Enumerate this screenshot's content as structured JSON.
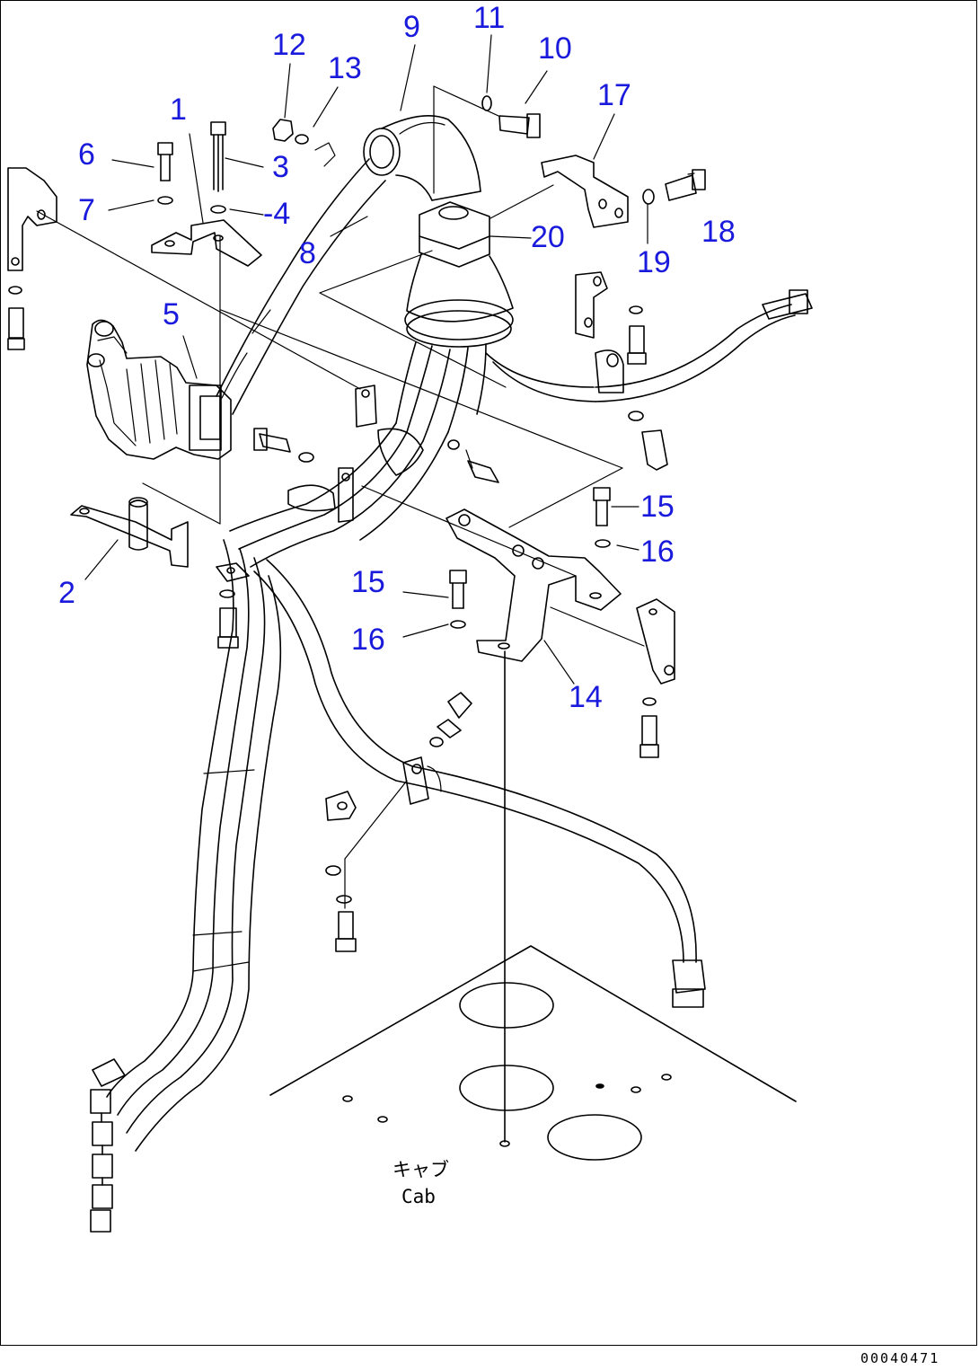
{
  "callouts": [
    {
      "id": "1",
      "label": "1"
    },
    {
      "id": "2",
      "label": "2"
    },
    {
      "id": "3",
      "label": "3"
    },
    {
      "id": "4",
      "label": "-4"
    },
    {
      "id": "5",
      "label": "5"
    },
    {
      "id": "6",
      "label": "6"
    },
    {
      "id": "7",
      "label": "7"
    },
    {
      "id": "8",
      "label": "8"
    },
    {
      "id": "9",
      "label": "9"
    },
    {
      "id": "10",
      "label": "10"
    },
    {
      "id": "11",
      "label": "11"
    },
    {
      "id": "12",
      "label": "12"
    },
    {
      "id": "13",
      "label": "13"
    },
    {
      "id": "14",
      "label": "14"
    },
    {
      "id": "15a",
      "label": "15"
    },
    {
      "id": "16a",
      "label": "16"
    },
    {
      "id": "15b",
      "label": "15"
    },
    {
      "id": "16b",
      "label": "16"
    },
    {
      "id": "17",
      "label": "17"
    },
    {
      "id": "18",
      "label": "18"
    },
    {
      "id": "19",
      "label": "19"
    },
    {
      "id": "20",
      "label": "20"
    }
  ],
  "cab_label": {
    "japanese": "キャブ",
    "english": "Cab"
  },
  "drawing_number": "00040471",
  "colors": {
    "callout": "#1a1adc",
    "line": "#000000",
    "background": "#ffffff"
  }
}
